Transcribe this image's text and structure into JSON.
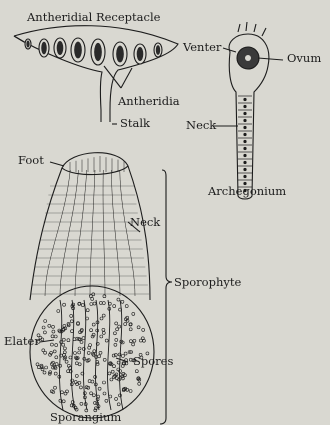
{
  "labels": {
    "antheridial_receptacle": "Antheridial Receptacle",
    "venter": "Venter",
    "ovum": "Ovum",
    "antheridia": "Antheridia",
    "stalk": "Stalk",
    "neck_archegonium": "Neck",
    "archegonium": "Archegonium",
    "foot": "Foot",
    "neck_sporophyte": "Neck",
    "sporophyte": "Sporophyte",
    "elater": "Elater",
    "spores": "Spores",
    "sporangium": "Sporangium"
  },
  "colors": {
    "background": "#d9d8d1",
    "ink": "#1c1c1c"
  }
}
